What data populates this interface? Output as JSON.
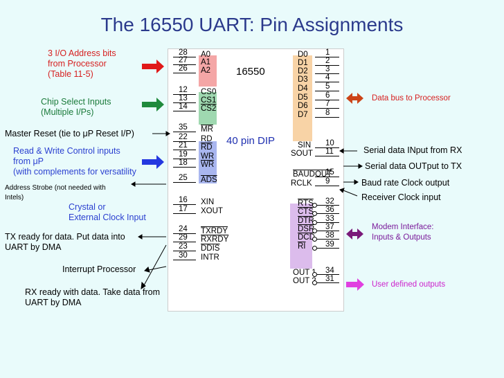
{
  "title": "The 16550 UART: Pin Assignments",
  "chip": {
    "part_number": "16550",
    "package_label": "40 pin DIP",
    "left_pins": [
      {
        "num": "28",
        "name": "A0"
      },
      {
        "num": "27",
        "name": "A1"
      },
      {
        "num": "26",
        "name": "A2"
      },
      {
        "num": "12",
        "name": "CS0"
      },
      {
        "num": "13",
        "name": "CS1"
      },
      {
        "num": "14",
        "name": "CS2"
      },
      {
        "num": "35",
        "name": "MR"
      },
      {
        "num": "22",
        "name": "RD"
      },
      {
        "num": "21",
        "name": "RD"
      },
      {
        "num": "19",
        "name": "WR"
      },
      {
        "num": "18",
        "name": "WR"
      },
      {
        "num": "25",
        "name": "ADS"
      },
      {
        "num": "16",
        "name": "XIN"
      },
      {
        "num": "17",
        "name": "XOUT"
      },
      {
        "num": "24",
        "name": "TXRDY"
      },
      {
        "num": "29",
        "name": "RXRDY"
      },
      {
        "num": "23",
        "name": "DDIS"
      },
      {
        "num": "30",
        "name": "INTR"
      }
    ],
    "right_pins": [
      {
        "num": "1",
        "name": "D0"
      },
      {
        "num": "2",
        "name": "D1"
      },
      {
        "num": "3",
        "name": "D2"
      },
      {
        "num": "4",
        "name": "D3"
      },
      {
        "num": "5",
        "name": "D4"
      },
      {
        "num": "6",
        "name": "D5"
      },
      {
        "num": "7",
        "name": "D6"
      },
      {
        "num": "8",
        "name": "D7"
      },
      {
        "num": "10",
        "name": "SIN"
      },
      {
        "num": "11",
        "name": "SOUT"
      },
      {
        "num": "15",
        "name": "BAUDOUT"
      },
      {
        "num": "9",
        "name": "RCLK"
      },
      {
        "num": "32",
        "name": "RTS"
      },
      {
        "num": "36",
        "name": "CTS"
      },
      {
        "num": "33",
        "name": "DTR"
      },
      {
        "num": "37",
        "name": "DSR"
      },
      {
        "num": "38",
        "name": "DCD"
      },
      {
        "num": "39",
        "name": "RI"
      },
      {
        "num": "34",
        "name": "OUT 1"
      },
      {
        "num": "31",
        "name": "OUT 2"
      }
    ]
  },
  "left_labels": {
    "address_bits": [
      "3 I/O Address bits",
      "from Processor",
      "(Table 11-5)"
    ],
    "chip_select": [
      "Chip Select Inputs",
      "(Multiple I/Ps)"
    ],
    "master_reset": "Master Reset (tie to μP Reset I/P)",
    "rw_control": [
      "Read & Write Control inputs",
      "from μP",
      "(with complements for versatility"
    ],
    "address_strobe": [
      "Address Strobe (not needed with",
      "Intels)"
    ],
    "crystal": [
      "Crystal or",
      "External Clock Input"
    ],
    "tx_ready": [
      "TX ready for data. Put data into",
      "UART by DMA"
    ],
    "interrupt": "Interrupt Processor",
    "rx_ready": [
      "RX ready with data. Take data from",
      "UART by DMA"
    ]
  },
  "right_labels": {
    "data_bus": "Data bus to Processor",
    "serial_in": "Serial data INput from RX",
    "serial_out": "Serial data OUTput to TX",
    "baud_out": "Baud rate Clock output",
    "receiver_clock": "Receiver Clock input",
    "modem": [
      "Modem Interface:",
      "Inputs & Outputs"
    ],
    "user_outputs": "User defined outputs"
  },
  "colors": {
    "title": "#2b3a8c",
    "address_block": "#f4a6a6",
    "chip_select_block": "#9fd8b0",
    "rw_block": "#a9b6ef",
    "data_block": "#f8d3a6",
    "modem_block": "#dcbcec",
    "red_arrow": "#e01818",
    "green_arrow": "#1f8a3c",
    "blue_arrow": "#2438e0",
    "orange_arrow": "#cc4418",
    "purple_arrow": "#7a1a7a",
    "magenta_arrow": "#e040e0"
  }
}
